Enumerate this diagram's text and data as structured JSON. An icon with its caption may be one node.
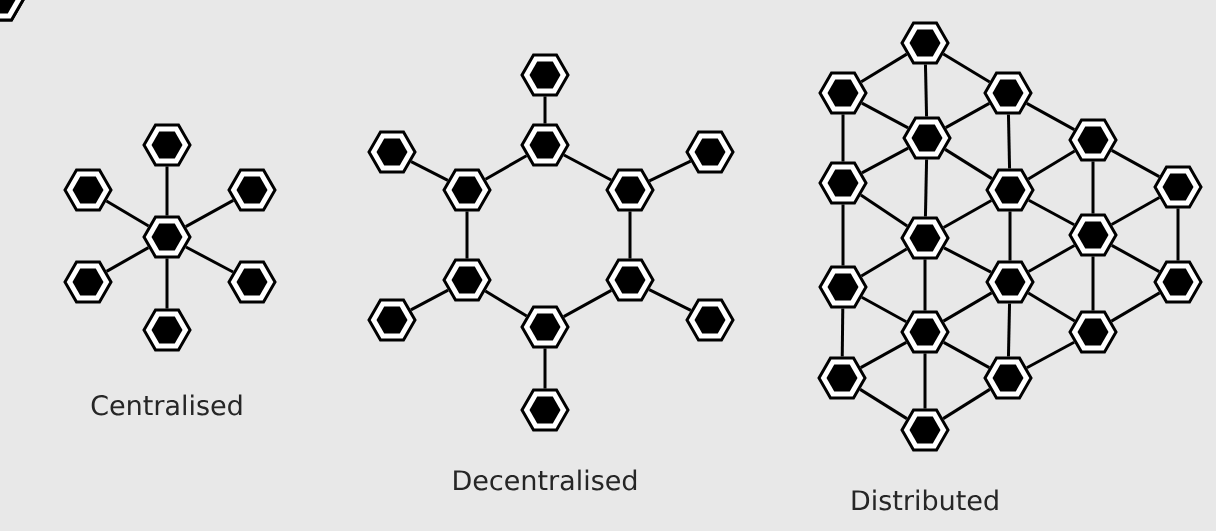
{
  "diagram": {
    "nodes": [
      {
        "text": [],
        "shape": "hexagon"
      },
      {
        "text": [],
        "shape": "hexagon"
      },
      {
        "text": [],
        "shape": "hexagon"
      },
      {
        "text": [],
        "shape": "hexagon"
      },
      {
        "text": [],
        "shape": "hexagon"
      },
      {
        "text": [],
        "shape": "hexagon"
      },
      {
        "text": [],
        "shape": "hexagon"
      },
      {
        "text": [],
        "shape": "hexagon"
      },
      {
        "text": [],
        "shape": "hexagon"
      },
      {
        "text": [],
        "shape": "hexagon"
      },
      {
        "text": [],
        "shape": "hexagon"
      },
      {
        "text": [],
        "shape": "hexagon"
      },
      {
        "text": [],
        "shape": "hexagon"
      },
      {
        "text": [],
        "shape": "hexagon"
      },
      {
        "text": [],
        "shape": "hexagon"
      },
      {
        "text": [],
        "shape": "hexagon"
      },
      {
        "text": [],
        "shape": "hexagon"
      },
      {
        "text": [],
        "shape": "hexagon"
      },
      {
        "text": [],
        "shape": "hexagon"
      },
      {
        "text": [],
        "shape": "hexagon"
      },
      {
        "text": [],
        "shape": "hexagon"
      },
      {
        "text": [],
        "shape": "hexagon"
      },
      {
        "text": [],
        "shape": "hexagon"
      },
      {
        "text": [],
        "shape": "hexagon"
      },
      {
        "text": [],
        "shape": "hexagon"
      },
      {
        "text": [],
        "shape": "hexagon"
      },
      {
        "text": [],
        "shape": "hexagon"
      },
      {
        "text": [],
        "shape": "hexagon"
      },
      {
        "text": [],
        "shape": "hexagon"
      },
      {
        "text": [],
        "shape": "hexagon"
      },
      {
        "text": [],
        "shape": "hexagon"
      },
      {
        "text": [],
        "shape": "hexagon"
      },
      {
        "text": [],
        "shape": "hexagon"
      },
      {
        "text": [],
        "shape": "hexagon"
      },
      {
        "text": [],
        "shape": "hexagon"
      },
      {
        "text": [],
        "shape": "hexagon"
      },
      {
        "text": [],
        "shape": "hexagon"
      },
      {
        "text": [],
        "shape": "hexagon"
      },
      {
        "text": [],
        "shape": "hexagon"
      }
    ],
    "edges": [
      {
        "from": 3,
        "to": 0,
        "arrow": "none"
      },
      {
        "from": 3,
        "to": 1,
        "arrow": "none"
      },
      {
        "from": 3,
        "to": 2,
        "arrow": "none"
      },
      {
        "from": 3,
        "to": 4,
        "arrow": "none"
      },
      {
        "from": 3,
        "to": 5,
        "arrow": "none"
      },
      {
        "from": 3,
        "to": 6,
        "arrow": "none"
      },
      {
        "from": 7,
        "to": 8,
        "arrow": "none"
      },
      {
        "from": 9,
        "to": 10,
        "arrow": "none"
      },
      {
        "from": 11,
        "to": 12,
        "arrow": "none"
      },
      {
        "from": 14,
        "to": 13,
        "arrow": "none"
      },
      {
        "from": 16,
        "to": 15,
        "arrow": "none"
      },
      {
        "from": 17,
        "to": 18,
        "arrow": "none"
      },
      {
        "from": 8,
        "to": 10,
        "arrow": "none"
      },
      {
        "from": 8,
        "to": 11,
        "arrow": "none"
      },
      {
        "from": 10,
        "to": 13,
        "arrow": "none"
      },
      {
        "from": 11,
        "to": 16,
        "arrow": "none"
      },
      {
        "from": 13,
        "to": 17,
        "arrow": "none"
      },
      {
        "from": 16,
        "to": 17,
        "arrow": "none"
      },
      {
        "from": 22,
        "to": 19,
        "arrow": "none"
      },
      {
        "from": 22,
        "to": 20,
        "arrow": "none"
      },
      {
        "from": 22,
        "to": 21,
        "arrow": "none"
      },
      {
        "from": 22,
        "to": 24,
        "arrow": "none"
      },
      {
        "from": 22,
        "to": 25,
        "arrow": "none"
      },
      {
        "from": 22,
        "to": 28,
        "arrow": "none"
      },
      {
        "from": 27,
        "to": 23,
        "arrow": "none"
      },
      {
        "from": 27,
        "to": 26,
        "arrow": "none"
      },
      {
        "from": 27,
        "to": 25,
        "arrow": "none"
      },
      {
        "from": 27,
        "to": 30,
        "arrow": "none"
      },
      {
        "from": 27,
        "to": 31,
        "arrow": "none"
      },
      {
        "from": 27,
        "to": 33,
        "arrow": "none"
      },
      {
        "from": 32,
        "to": 28,
        "arrow": "none"
      },
      {
        "from": 32,
        "to": 29,
        "arrow": "none"
      },
      {
        "from": 32,
        "to": 30,
        "arrow": "none"
      },
      {
        "from": 32,
        "to": 34,
        "arrow": "none"
      },
      {
        "from": 32,
        "to": 35,
        "arrow": "none"
      },
      {
        "from": 32,
        "to": 36,
        "arrow": "none"
      },
      {
        "from": 19,
        "to": 20,
        "arrow": "none"
      },
      {
        "from": 19,
        "to": 21,
        "arrow": "none"
      },
      {
        "from": 20,
        "to": 24,
        "arrow": "none"
      },
      {
        "from": 21,
        "to": 23,
        "arrow": "none"
      },
      {
        "from": 21,
        "to": 25,
        "arrow": "none"
      },
      {
        "from": 25,
        "to": 23,
        "arrow": "none"
      },
      {
        "from": 24,
        "to": 28,
        "arrow": "none"
      },
      {
        "from": 24,
        "to": 29,
        "arrow": "none"
      },
      {
        "from": 28,
        "to": 29,
        "arrow": "none"
      },
      {
        "from": 28,
        "to": 25,
        "arrow": "none"
      },
      {
        "from": 28,
        "to": 30,
        "arrow": "none"
      },
      {
        "from": 25,
        "to": 30,
        "arrow": "none"
      },
      {
        "from": 30,
        "to": 33,
        "arrow": "none"
      },
      {
        "from": 30,
        "to": 35,
        "arrow": "none"
      },
      {
        "from": 33,
        "to": 35,
        "arrow": "none"
      },
      {
        "from": 23,
        "to": 26,
        "arrow": "none"
      },
      {
        "from": 26,
        "to": 31,
        "arrow": "none"
      },
      {
        "from": 31,
        "to": 33,
        "arrow": "none"
      },
      {
        "from": 29,
        "to": 34,
        "arrow": "none"
      },
      {
        "from": 34,
        "to": 36,
        "arrow": "none"
      },
      {
        "from": 36,
        "to": 35,
        "arrow": "none"
      }
    ],
    "labels": [
      "Centralised",
      "Decentralised",
      "Distributed"
    ]
  }
}
